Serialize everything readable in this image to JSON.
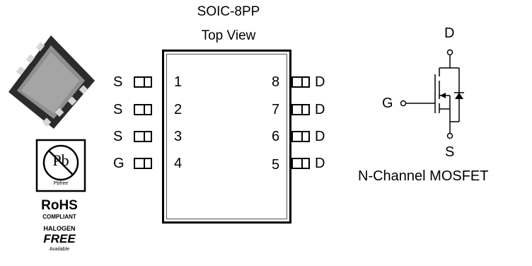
{
  "package": {
    "title": "SOIC-8PP",
    "subtitle": "Top View"
  },
  "pins_left": [
    {
      "number": "1",
      "label": "S"
    },
    {
      "number": "2",
      "label": "S"
    },
    {
      "number": "3",
      "label": "S"
    },
    {
      "number": "4",
      "label": "G"
    }
  ],
  "pins_right": [
    {
      "number": "8",
      "label": "D"
    },
    {
      "number": "7",
      "label": "D"
    },
    {
      "number": "6",
      "label": "D"
    },
    {
      "number": "5",
      "label": "D"
    }
  ],
  "symbol": {
    "drain": "D",
    "gate": "G",
    "source": "S",
    "caption": "N-Channel MOSFET"
  },
  "logos": {
    "pb_text": "Pb",
    "pb_sub": "Pbfree",
    "rohs": "RoHS",
    "compliant": "COMPLIANT",
    "halogen": "HALOGEN",
    "free": "FREE",
    "available": "Available"
  }
}
